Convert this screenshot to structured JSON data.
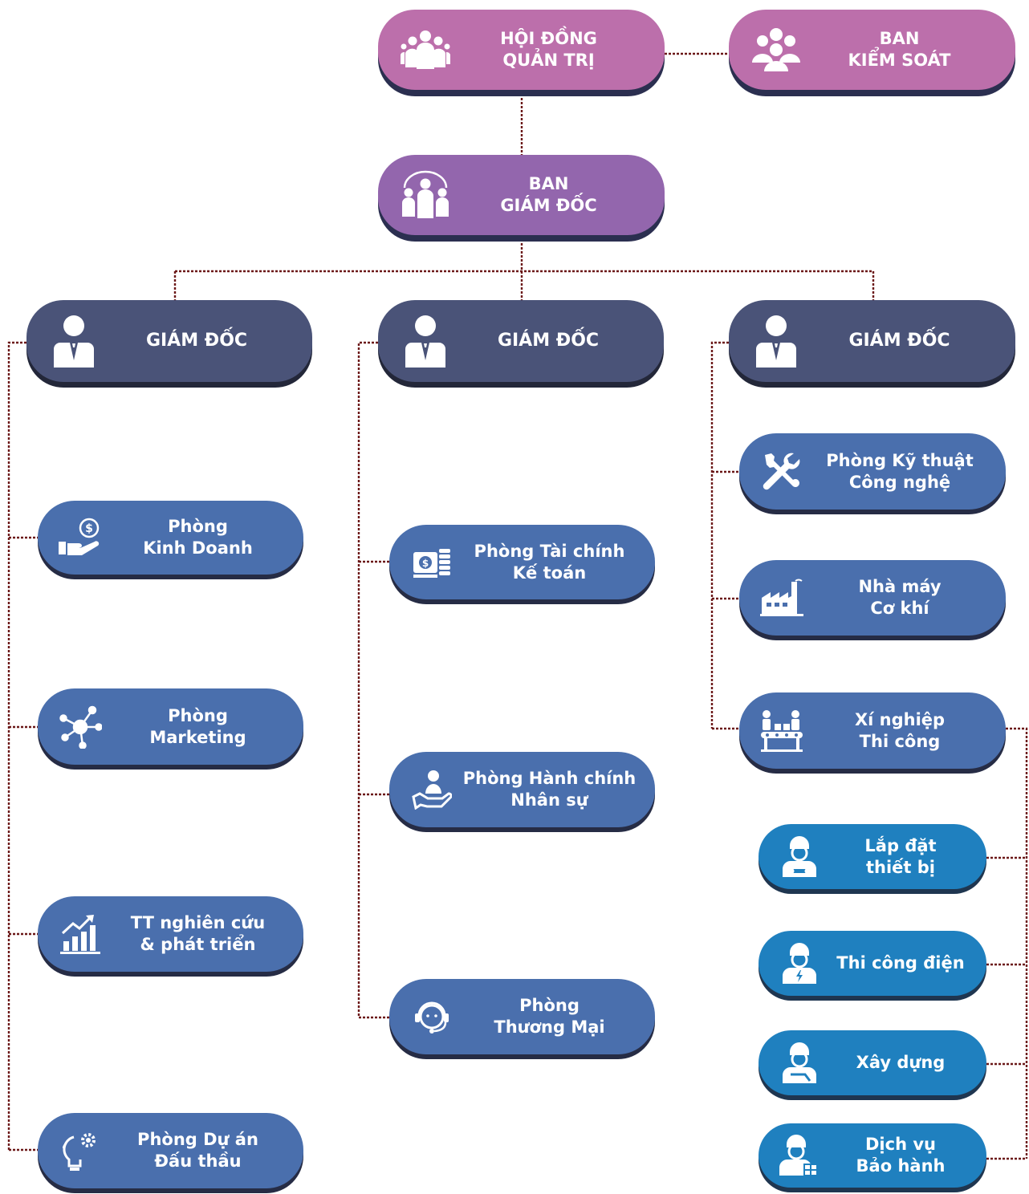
{
  "top": {
    "board": {
      "lines": [
        "HỘI ĐỒNG",
        "QUẢN TRỊ"
      ],
      "icon": "group-people-icon",
      "color": "#bc6fab"
    },
    "control": {
      "lines": [
        "BAN",
        "KIỂM SOÁT"
      ],
      "icon": "team-icon",
      "color": "#bc6fab"
    },
    "bod": {
      "lines": [
        "BAN",
        "GIÁM ĐỐC"
      ],
      "icon": "management-team-icon",
      "color": "#9366ad"
    }
  },
  "directors": [
    {
      "lines": [
        "GIÁM ĐỐC"
      ],
      "icon": "businessman-icon"
    },
    {
      "lines": [
        "GIÁM ĐỐC"
      ],
      "icon": "businessman-icon"
    },
    {
      "lines": [
        "GIÁM ĐỐC"
      ],
      "icon": "businessman-icon"
    }
  ],
  "left_departments": [
    {
      "lines": [
        "Phòng",
        "Kinh Doanh"
      ],
      "icon": "money-hand-icon"
    },
    {
      "lines": [
        "Phòng",
        "Marketing"
      ],
      "icon": "network-icon"
    },
    {
      "lines": [
        "TT nghiên cứu",
        "& phát triển"
      ],
      "icon": "growth-chart-icon"
    },
    {
      "lines": [
        "Phòng Dự án",
        "Đấu thầu"
      ],
      "icon": "idea-gear-icon"
    }
  ],
  "middle_departments": [
    {
      "lines": [
        "Phòng Tài chính",
        "Kế toán"
      ],
      "icon": "cash-coins-icon"
    },
    {
      "lines": [
        "Phòng Hành chính",
        "Nhân sự"
      ],
      "icon": "person-hand-icon"
    },
    {
      "lines": [
        "Phòng",
        "Thương Mại"
      ],
      "icon": "headset-agent-icon"
    }
  ],
  "right_departments": [
    {
      "lines": [
        "Phòng Kỹ thuật",
        "Công nghệ"
      ],
      "icon": "tools-icon"
    },
    {
      "lines": [
        "Nhà máy",
        "Cơ khí"
      ],
      "icon": "factory-icon"
    },
    {
      "lines": [
        "Xí nghiệp",
        "Thi công"
      ],
      "icon": "conveyor-workers-icon"
    }
  ],
  "construction_units": [
    {
      "lines": [
        "Lắp đặt",
        "thiết bị"
      ],
      "icon": "installer-icon"
    },
    {
      "lines": [
        "Thi công điện"
      ],
      "icon": "electrician-icon"
    },
    {
      "lines": [
        "Xây dựng"
      ],
      "icon": "builder-icon"
    },
    {
      "lines": [
        "Dịch vụ",
        "Bảo hành"
      ],
      "icon": "service-worker-icon"
    }
  ],
  "colors": {
    "top": "#bc6fab",
    "bod": "#9366ad",
    "director": "#4a5378",
    "department": "#4a6fad",
    "unit": "#1f80bf",
    "connector": "#6b1818"
  }
}
